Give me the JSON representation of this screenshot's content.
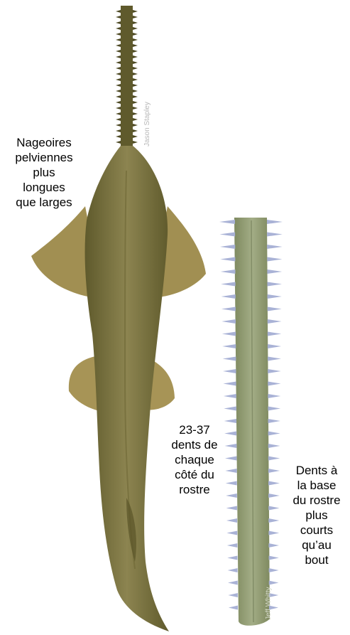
{
  "labels": {
    "pelvic_fins": "Nageoires\npelviennes\nplus\nlongues\nque larges",
    "teeth_count": "23-37\ndents de\nchaque\ncôté du\nrostre",
    "teeth_base": "Dents à\nla base\ndu rostre\nplus\ncourts\nqu’au\nbout"
  },
  "credits": {
    "body_photo": "Jason Stapley",
    "rostrum_photo": "Jeff Whitty"
  },
  "colors": {
    "body": "#8a7f45",
    "body_dark": "#6b6532",
    "fins": "#a49154",
    "rostrum": "#8f9a72",
    "teeth": "#a9b2d6"
  }
}
